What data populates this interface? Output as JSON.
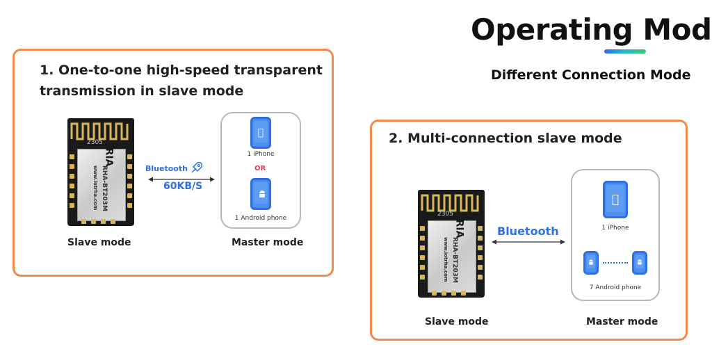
{
  "header": {
    "title": "Operating Mode",
    "subtitle": "Different Connection Mode",
    "accent_gradient": [
      "#2f6fe0",
      "#27b8c9",
      "#3dc76b"
    ]
  },
  "panel1": {
    "title_line1": "1. One-to-one high-speed transparent",
    "title_line2": "transmission in slave mode",
    "module": {
      "brand": "RIA",
      "model": "RHA-BT203M",
      "site": "www.iotrha.com",
      "code": "2305"
    },
    "link": {
      "label": "Bluetooth",
      "speed": "60KB/S",
      "icon": "rocket-icon"
    },
    "master": {
      "iphone_label": "1 iPhone",
      "or_label": "OR",
      "android_label": "1 Android phone"
    },
    "slave_caption": "Slave mode",
    "master_caption": "Master mode"
  },
  "panel2": {
    "title": "2. Multi-connection slave mode",
    "module": {
      "brand": "RIA",
      "model": "RHA-BT203M",
      "site": "www.iotrha.com",
      "code": "2305"
    },
    "link": {
      "label": "Bluetooth"
    },
    "master": {
      "iphone_label": "1 iPhone",
      "android_label": "7 Android phone"
    },
    "slave_caption": "Slave mode",
    "master_caption": "Master mode"
  },
  "colors": {
    "panel_border": "#f28a4b",
    "bluetooth": "#2f6fe0",
    "or": "#e23a4f",
    "phone": "#4d8ef0"
  }
}
